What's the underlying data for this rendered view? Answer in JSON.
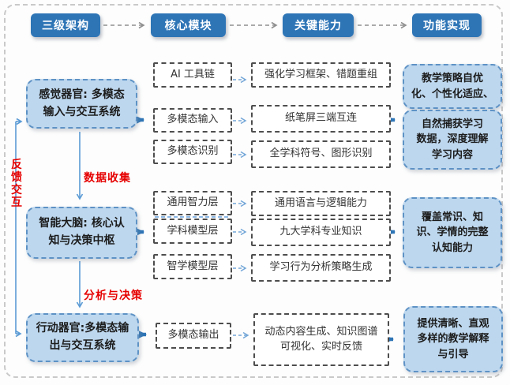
{
  "top_steps": [
    {
      "label": "三级架构"
    },
    {
      "label": "核心模块"
    },
    {
      "label": "关键能力"
    },
    {
      "label": "功能实现"
    }
  ],
  "organs": [
    {
      "label": "感觉器官: 多模态\n输入与交互系统"
    },
    {
      "label": "智能大脑: 核心认\n知与决策中枢"
    },
    {
      "label": "行动器官:多模态输\n出与交互系统"
    }
  ],
  "modules": [
    {
      "label": "AI 工具链"
    },
    {
      "label": "多模态输入"
    },
    {
      "label": "多模态识别"
    },
    {
      "label": "通用智力层"
    },
    {
      "label": "学科模型层"
    },
    {
      "label": "智学模型层"
    },
    {
      "label": "多模态输出"
    }
  ],
  "capabilities": [
    {
      "label": "强化学习框架、错题重组"
    },
    {
      "label": "纸笔屏三端互连"
    },
    {
      "label": "全学科符号、图形识别"
    },
    {
      "label": "通用语言与逻辑能力"
    },
    {
      "label": "九大学科专业知识"
    },
    {
      "label": "学习行为分析策略生成"
    },
    {
      "label": "动态内容生成、知识图谱\n可视化、实时反馈"
    }
  ],
  "outcomes": [
    {
      "label": "教学策略自优\n化、个性化适应、"
    },
    {
      "label": "自然捕获学习\n数据，深度理解\n学习内容"
    },
    {
      "label": "覆盖常识、知\n识、学情的完整\n认知能力"
    },
    {
      "label": "提供清晰、直观\n多样的教学解释\n与引导"
    }
  ],
  "flow_labels": {
    "data_collection": "数据收集",
    "analysis_decision": "分析与决策",
    "feedback_interaction": "反馈交互"
  },
  "colors": {
    "step_blue": "#2E75B6",
    "light_blue_fill": "#BDD7EE",
    "box_border_blue": "#5E92C5",
    "red_label": "#E60000",
    "arrow_blue": "#5B9BD5"
  }
}
